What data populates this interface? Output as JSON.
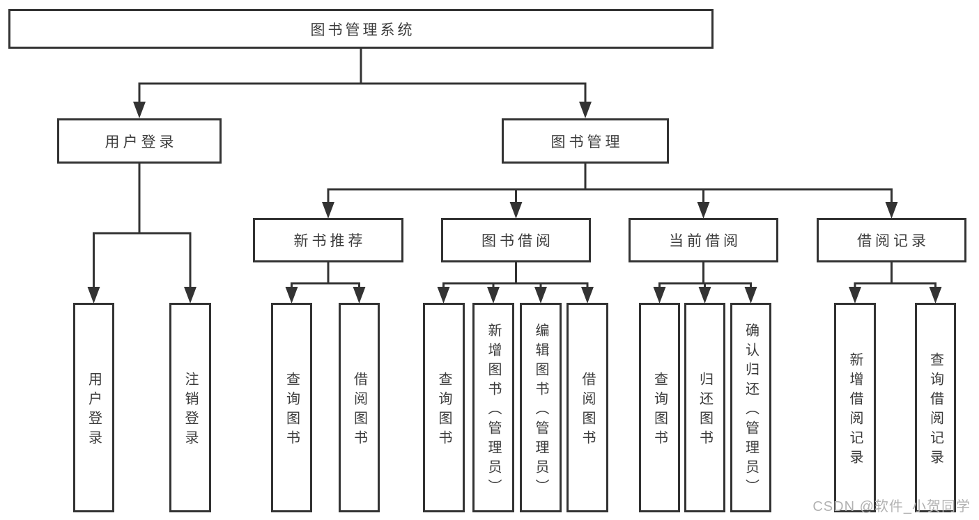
{
  "root": {
    "label": "图书管理系统"
  },
  "branches": [
    {
      "label": "用户登录",
      "children": [
        {
          "label": "用户登录"
        },
        {
          "label": "注销登录"
        }
      ]
    },
    {
      "label": "图书管理",
      "sections": [
        {
          "label": "新书推荐",
          "children": [
            {
              "label": "查询图书"
            },
            {
              "label": "借阅图书"
            }
          ]
        },
        {
          "label": "图书借阅",
          "children": [
            {
              "label": "查询图书"
            },
            {
              "label": "新增图书（管理员）"
            },
            {
              "label": "编辑图书（管理员）"
            },
            {
              "label": "借阅图书"
            }
          ]
        },
        {
          "label": "当前借阅",
          "children": [
            {
              "label": "查询图书"
            },
            {
              "label": "归还图书"
            },
            {
              "label": "确认归还（管理员）"
            }
          ]
        },
        {
          "label": "借阅记录",
          "children": [
            {
              "label": "新增借阅记录"
            },
            {
              "label": "查询借阅记录"
            }
          ]
        }
      ]
    }
  ],
  "watermark": {
    "text": "CSDN @软件_小贺同学"
  },
  "colors": {
    "line": "#333333",
    "text": "#3c3c3c",
    "background": "#ffffff",
    "watermark": "#b2b2b2"
  }
}
